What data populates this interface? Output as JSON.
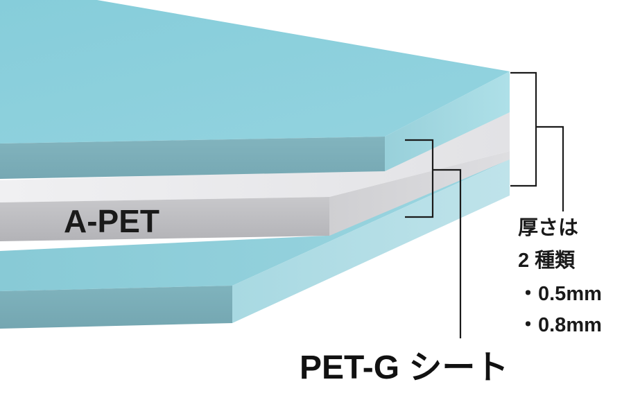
{
  "layers": {
    "core_label": "A-PET",
    "outer_label": "PET-G シート"
  },
  "thickness_note": {
    "lines": [
      "厚さは",
      "2 種類",
      "・0.5mm",
      "・0.8mm"
    ]
  },
  "colors": {
    "petg_top": "#8fd2de",
    "petg_front": "#7fb0ba",
    "petg_side": "#a3d8e1",
    "apet_top": "#e8e8ea",
    "apet_front": "#bdbdc0",
    "apet_side": "#d4d4d7",
    "line": "#1a1a1a"
  }
}
